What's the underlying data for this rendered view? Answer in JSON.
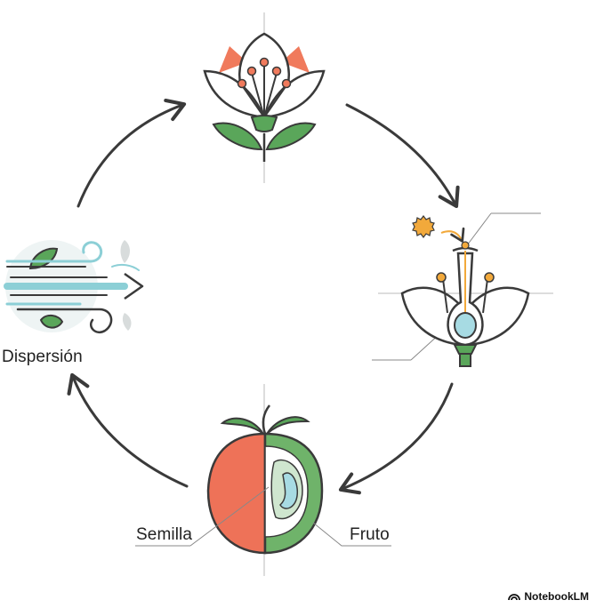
{
  "labels": {
    "dispersion": "Dispersión",
    "seed": "Semilla",
    "fruit": "Fruto"
  },
  "brand": "NotebookLM",
  "colors": {
    "outline": "#3a3a3a",
    "petal_accent": "#f07a5c",
    "leaf": "#5aa65a",
    "leaf_light": "#cfe6cf",
    "pollen": "#f2a93b",
    "wind_teal": "#8ccfd6",
    "fruit_red": "#ee7258",
    "fruit_green": "#6fb36a",
    "ovule_blue": "#a7dbe3"
  },
  "icons": [
    "flower-icon",
    "pollination-icon",
    "fruit-icon",
    "wind-icon"
  ]
}
